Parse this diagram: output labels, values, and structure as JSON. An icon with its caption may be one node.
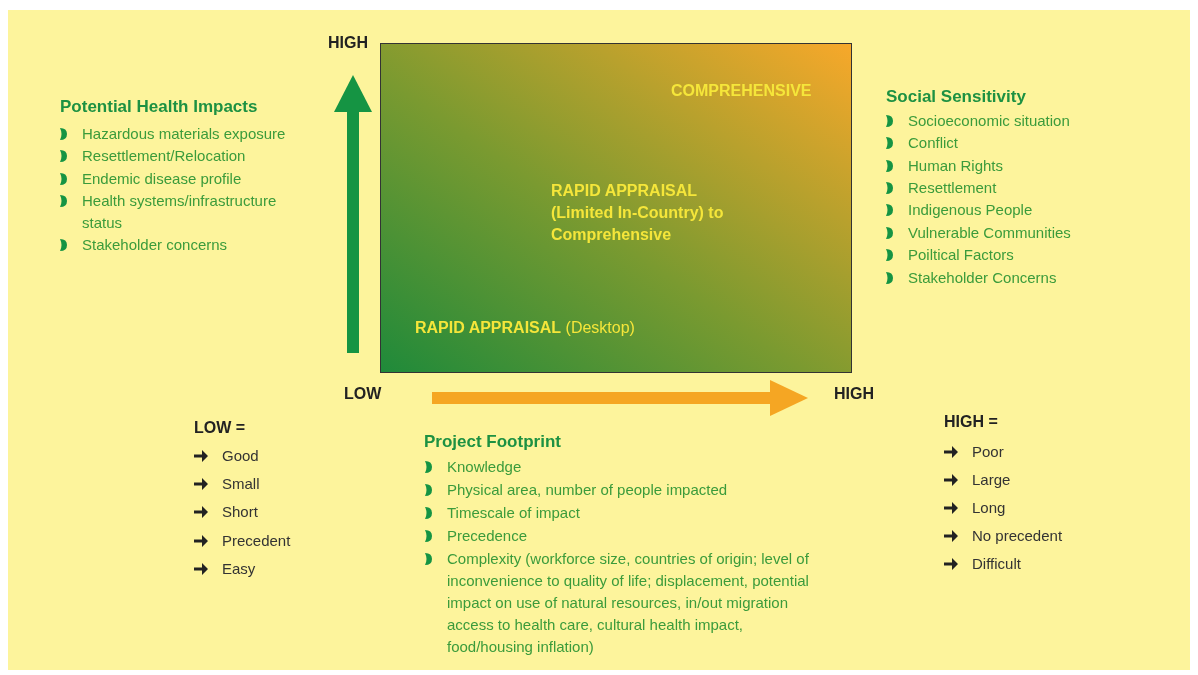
{
  "diagram": {
    "nodes": [
      {
        "text": [
          "COMPREHENSIVE",
          "RAPID APPRAISAL (Limited In-Country) to Comprehensive",
          "**RAPID APPRAISAL** (Desktop)"
        ]
      }
    ],
    "labels": [
      "HIGH",
      "Potential Health Impacts",
      "Hazardous materials exposure",
      "Resettlement/Relocation",
      "Endemic disease profile",
      "Health systems/infrastructure status",
      "Stakeholder concerns",
      "Social Sensitivity",
      "Socioeconomic situation",
      "Conflict",
      "Human Rights",
      "Resettlement",
      "Indigenous People",
      "Vulnerable Communities",
      "Poiltical Factors",
      "Stakeholder Concerns",
      "LOW",
      "HIGH",
      "LOW =",
      "Good",
      "Small",
      "Short",
      "Precedent",
      "Easy",
      "Project Footprint",
      "Knowledge",
      "Physical area, number of people impacted",
      "Timescale of impact",
      "Precedence",
      "Complexity (workforce size, countries of origin; level of inconvenience to quality of life; displacement, potential impact on use of natural resources, in/out migration access to health care, cultural health impact, food/housing inflation)",
      "HIGH =",
      "Poor",
      "Large",
      "Long",
      "No precedent",
      "Difficult"
    ]
  }
}
